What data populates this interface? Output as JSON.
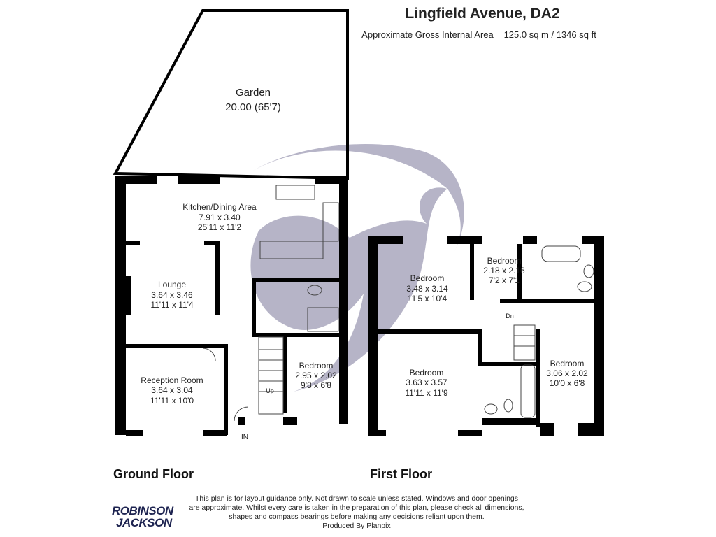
{
  "header": {
    "title": "Lingfield Avenue, DA2",
    "area": "Approximate Gross Internal Area = 125.0 sq m / 1346 sq ft"
  },
  "ground_floor": {
    "label": "Ground Floor",
    "rooms": [
      {
        "name": "Garden",
        "metric": "20.00 (65'7)"
      },
      {
        "name": "Kitchen/Dining Area",
        "metric": "7.91 x 3.40",
        "imperial": "25'11 x 11'2"
      },
      {
        "name": "Lounge",
        "metric": "3.64 x 3.46",
        "imperial": "11'11 x 11'4"
      },
      {
        "name": "Reception Room",
        "metric": "3.64 x 3.04",
        "imperial": "11'11 x 10'0"
      },
      {
        "name": "Bedroom",
        "metric": "2.95 x 2.02",
        "imperial": "9'8 x 6'8"
      }
    ],
    "stairs_label": "Up",
    "entrance_label": "IN"
  },
  "first_floor": {
    "label": "First Floor",
    "rooms": [
      {
        "name": "Bedroom",
        "metric": "3.48 x 3.14",
        "imperial": "11'5 x 10'4"
      },
      {
        "name": "Bedroom",
        "metric": "2.18 x 2.16",
        "imperial": "7'2 x 7'1"
      },
      {
        "name": "Bedroom",
        "metric": "3.63 x 3.57",
        "imperial": "11'11 x 11'9"
      },
      {
        "name": "Bedroom",
        "metric": "3.06 x 2.02",
        "imperial": "10'0 x 6'8"
      }
    ],
    "stairs_label": "Dn"
  },
  "footer": {
    "disclaimer": "This plan is for layout guidance only. Not drawn to scale unless stated. Windows and door openings are approximate. Whilst every care is taken in the preparation of this plan, please check all dimensions, shapes and compass bearings before making any decisions reliant upon them.",
    "produced_by": "Produced By Planpix",
    "logo_line1": "ROBINSON",
    "logo_line2": "JACKSON"
  },
  "colors": {
    "wall": "#000000",
    "watermark": "#a9a7bd",
    "logo": "#1d2350",
    "logo_accent": "#f2c200"
  }
}
